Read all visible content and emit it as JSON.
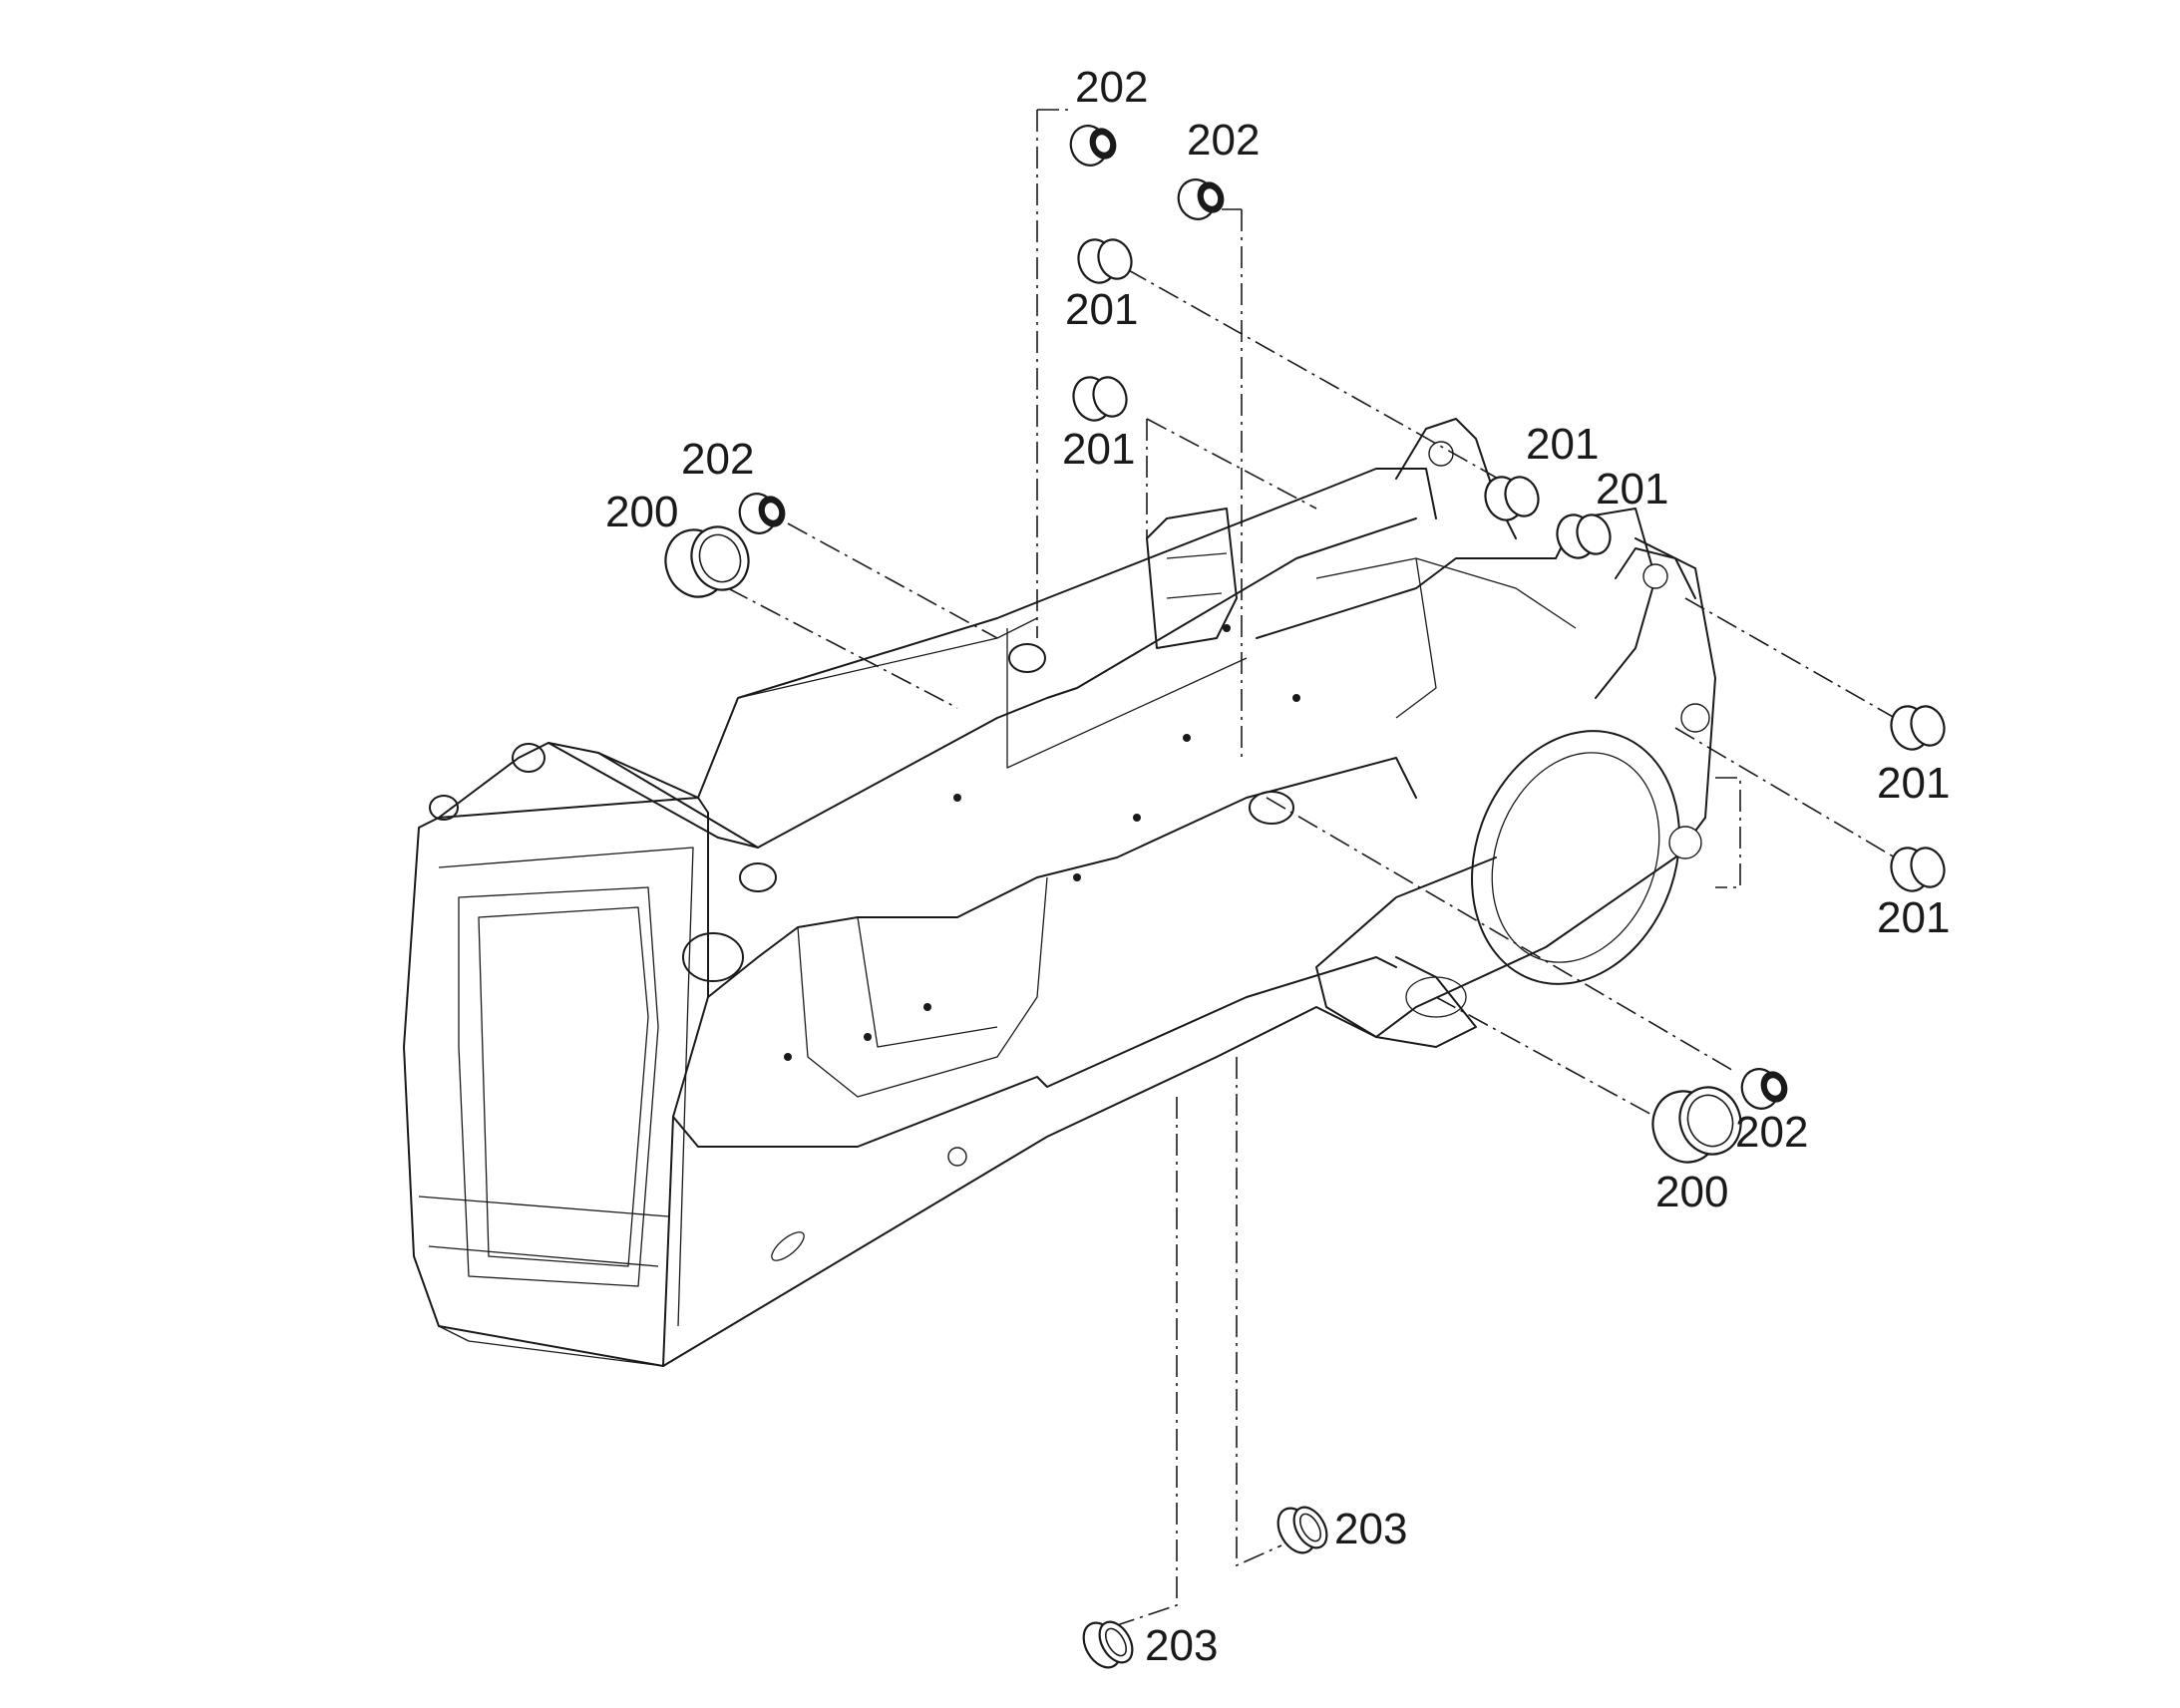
{
  "callouts": {
    "c202_top_left": "202",
    "c202_top_right": "202",
    "c201_upper": "201",
    "c201_mid": "201",
    "c202_left": "202",
    "c200_left": "200",
    "c201_rear_a": "201",
    "c201_rear_b": "201",
    "c201_right_a": "201",
    "c201_right_b": "201",
    "c202_bottom": "202",
    "c200_bottom": "200",
    "c203_right": "203",
    "c203_bottom": "203"
  },
  "colors": {
    "line": "#1a1a1a",
    "background": "#ffffff"
  }
}
